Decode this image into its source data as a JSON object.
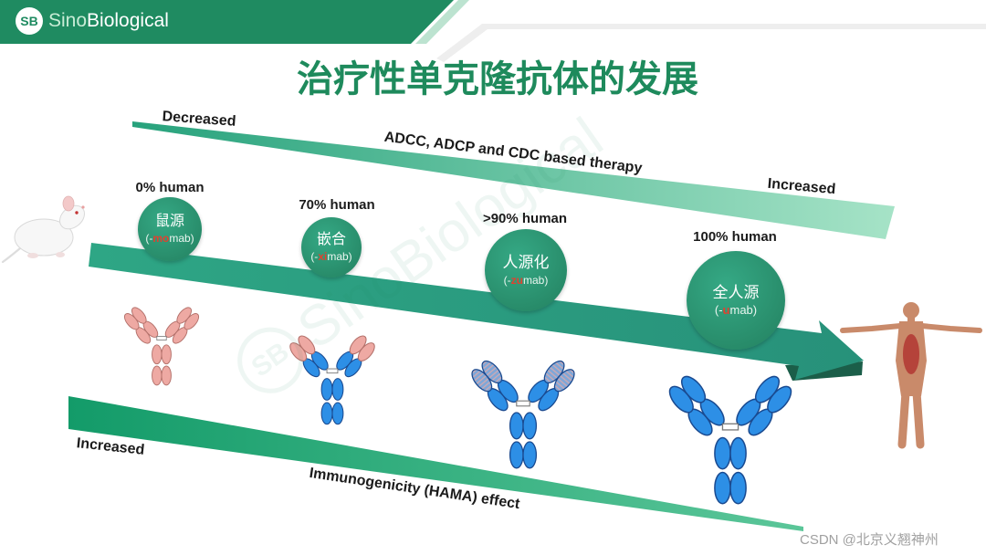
{
  "header": {
    "logo_mark": "SB",
    "brand_prefix": "Sino",
    "brand_suffix": "Biological"
  },
  "title": "治疗性单克隆抗体的发展",
  "effector_function": {
    "start_label": "Decreased",
    "label": "ADCC, ADCP and CDC based therapy",
    "end_label": "Increased"
  },
  "immunogenicity": {
    "start_label": "Increased",
    "label": "Immunogenicity (HAMA) effect"
  },
  "stages": [
    {
      "humanization": "0% human",
      "name": "鼠源",
      "suffix_open": "(-",
      "suffix_highlight": "mo",
      "suffix_close": "mab)"
    },
    {
      "humanization": "70% human",
      "name": "嵌合",
      "suffix_open": "(-",
      "suffix_highlight": "xi",
      "suffix_close": "mab)"
    },
    {
      "humanization": ">90% human",
      "name": "人源化",
      "suffix_open": "(-",
      "suffix_highlight": "zu",
      "suffix_close": "mab)"
    },
    {
      "humanization": "100% human",
      "name": "全人源",
      "suffix_open": "(-",
      "suffix_highlight": "u",
      "suffix_close": "mab)"
    }
  ],
  "antibodies": [
    {
      "variable_region": "#eea9a3",
      "constant_region": "#eea9a3",
      "fc_region": "#eea9a3"
    },
    {
      "variable_region": "#eea9a3",
      "constant_region": "#2d8fe6",
      "fc_region": "#2d8fe6"
    },
    {
      "variable_region": "#7ea7d8",
      "variable_stripes": "#d2a9b1",
      "constant_region": "#2d8fe6",
      "fc_region": "#2d8fe6"
    },
    {
      "variable_region": "#2d8fe6",
      "constant_region": "#2d8fe6",
      "fc_region": "#2d8fe6"
    }
  ],
  "colors": {
    "brand_green": "#1f8b61",
    "title_green": "#1e8a5c",
    "stage_circle": "#2a9a77",
    "suffix_highlight": "#e2412f",
    "mouse_region": "#eea9a3",
    "human_region": "#2d8fe6"
  },
  "watermark": {
    "mark": "SB",
    "text": "SinoBiological"
  },
  "footer_credit": "CSDN @北京义翘神州"
}
